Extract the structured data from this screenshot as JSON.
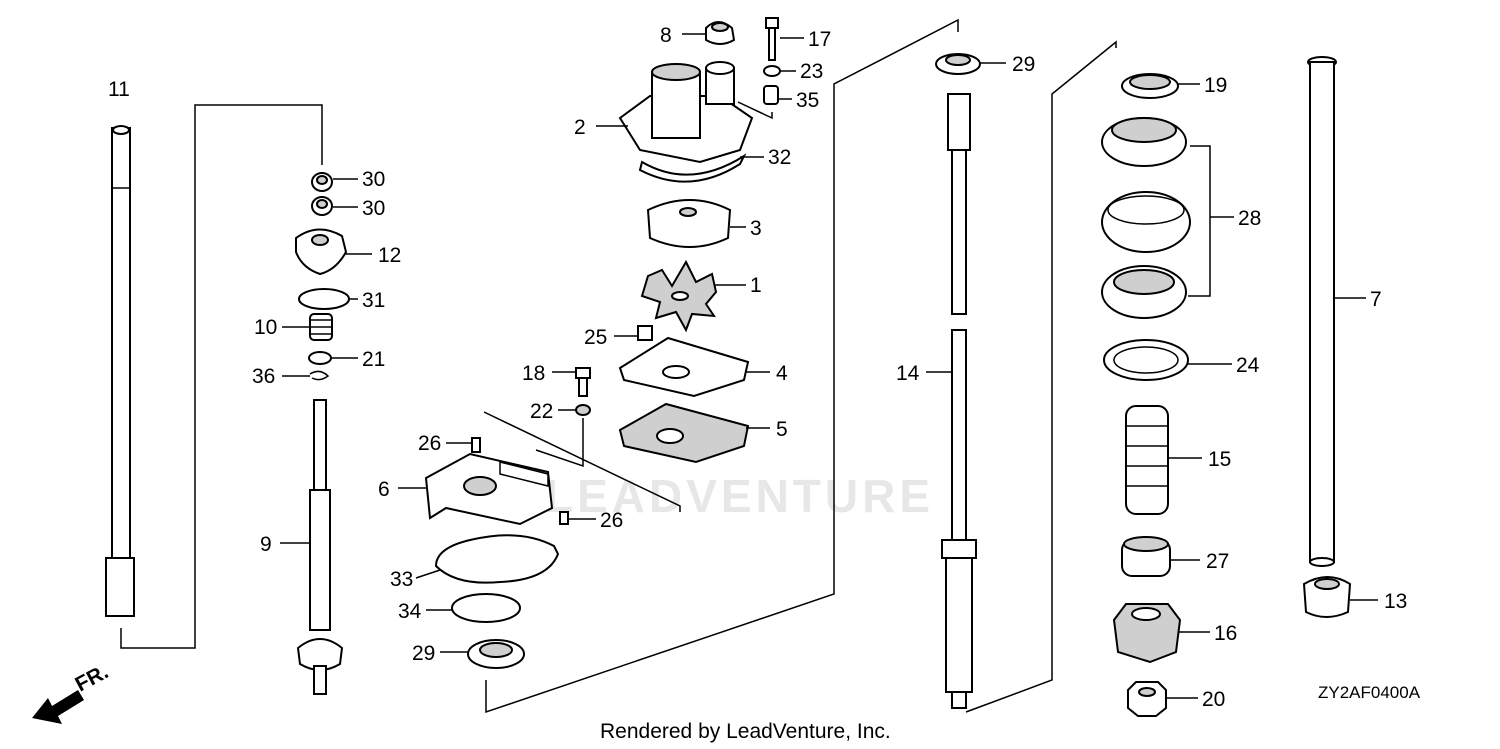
{
  "diagram_code": "ZY2AF0400A",
  "footer": "Rendered by LeadVenture, Inc.",
  "watermark": "LEADVENTURE",
  "direction_label": "FR.",
  "callouts": [
    {
      "id": "c11",
      "num": "11"
    },
    {
      "id": "c30a",
      "num": "30"
    },
    {
      "id": "c30b",
      "num": "30"
    },
    {
      "id": "c12",
      "num": "12"
    },
    {
      "id": "c31",
      "num": "31"
    },
    {
      "id": "c10",
      "num": "10"
    },
    {
      "id": "c21",
      "num": "21"
    },
    {
      "id": "c36",
      "num": "36"
    },
    {
      "id": "c9",
      "num": "9"
    },
    {
      "id": "c8",
      "num": "8"
    },
    {
      "id": "c17",
      "num": "17"
    },
    {
      "id": "c23",
      "num": "23"
    },
    {
      "id": "c35",
      "num": "35"
    },
    {
      "id": "c2",
      "num": "2"
    },
    {
      "id": "c32",
      "num": "32"
    },
    {
      "id": "c3",
      "num": "3"
    },
    {
      "id": "c1",
      "num": "1"
    },
    {
      "id": "c25",
      "num": "25"
    },
    {
      "id": "c18",
      "num": "18"
    },
    {
      "id": "c4",
      "num": "4"
    },
    {
      "id": "c22",
      "num": "22"
    },
    {
      "id": "c5",
      "num": "5"
    },
    {
      "id": "c26a",
      "num": "26"
    },
    {
      "id": "c6",
      "num": "6"
    },
    {
      "id": "c26b",
      "num": "26"
    },
    {
      "id": "c33",
      "num": "33"
    },
    {
      "id": "c34",
      "num": "34"
    },
    {
      "id": "c29a",
      "num": "29"
    },
    {
      "id": "c29b",
      "num": "29"
    },
    {
      "id": "c14",
      "num": "14"
    },
    {
      "id": "c19",
      "num": "19"
    },
    {
      "id": "c28",
      "num": "28"
    },
    {
      "id": "c24",
      "num": "24"
    },
    {
      "id": "c15",
      "num": "15"
    },
    {
      "id": "c27",
      "num": "27"
    },
    {
      "id": "c16",
      "num": "16"
    },
    {
      "id": "c20",
      "num": "20"
    },
    {
      "id": "c7",
      "num": "7"
    },
    {
      "id": "c13",
      "num": "13"
    }
  ]
}
